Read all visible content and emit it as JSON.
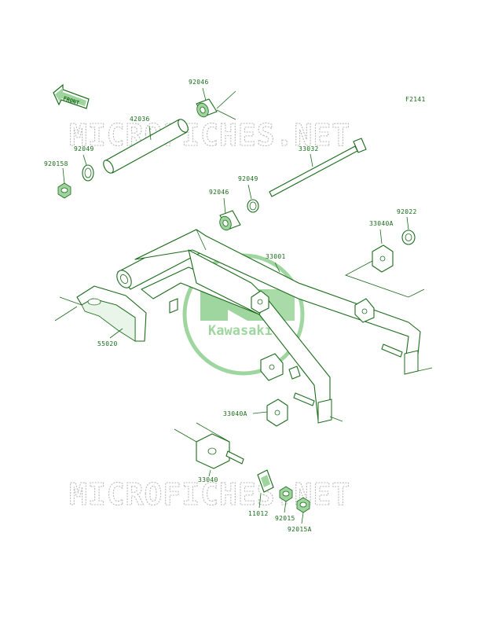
{
  "figure_code": "F2141",
  "front_arrow_label": "FRONT",
  "logo_text": "Kawasaki",
  "watermark": "MICROFICHES.NET",
  "colors": {
    "line": "#1a6b1a",
    "shade": "#9fd49f",
    "watermark": "#b9b9b9",
    "logo": "#8fd08f"
  },
  "parts": {
    "p92046_top": "92046",
    "p42036": "42036",
    "p92049_left": "92049",
    "p920158": "920158",
    "p33032": "33032",
    "p92049_mid": "92049",
    "p92046_mid": "92046",
    "p33040A_top": "33040A",
    "p92022": "92022",
    "p33001": "33001",
    "p55020": "55020",
    "p33040A_mid": "33040A",
    "p33040": "33040",
    "p11012": "11012",
    "p92015": "92015",
    "p92015A": "92015A"
  }
}
